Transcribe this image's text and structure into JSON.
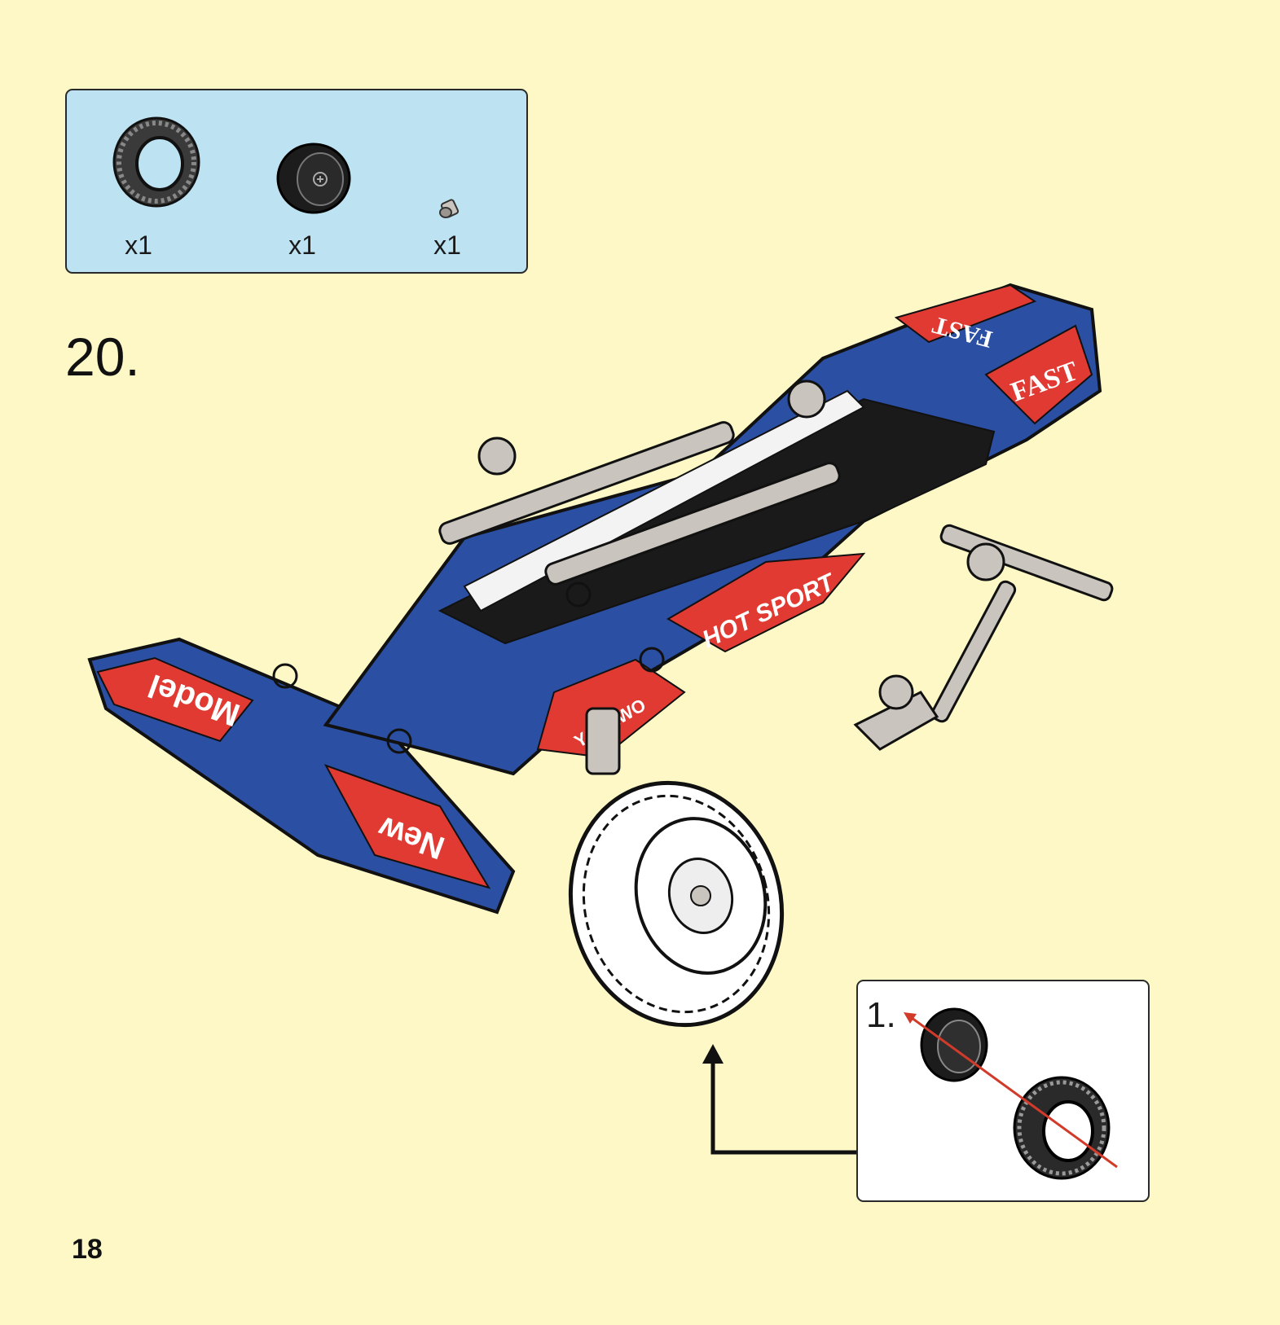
{
  "parts_list": {
    "items": [
      {
        "icon": "tire-icon",
        "qty": "x1"
      },
      {
        "icon": "wheel-hub-icon",
        "qty": "x1"
      },
      {
        "icon": "pin-icon",
        "qty": "x1"
      }
    ]
  },
  "step": {
    "number": "20."
  },
  "model": {
    "decals": [
      "FAST",
      "FAST",
      "HOT SPORT",
      "YACAWO",
      "Model",
      "New"
    ]
  },
  "subassembly": {
    "label": "1."
  },
  "page": {
    "number": "18"
  },
  "colors": {
    "background": "#fdf8c6",
    "parts_box": "#bde3f2",
    "body_blue": "#2b4fa3",
    "decal_red": "#e03a33",
    "connector_grey": "#c9c4bd",
    "assembly_arrow": "#d23a2a"
  }
}
